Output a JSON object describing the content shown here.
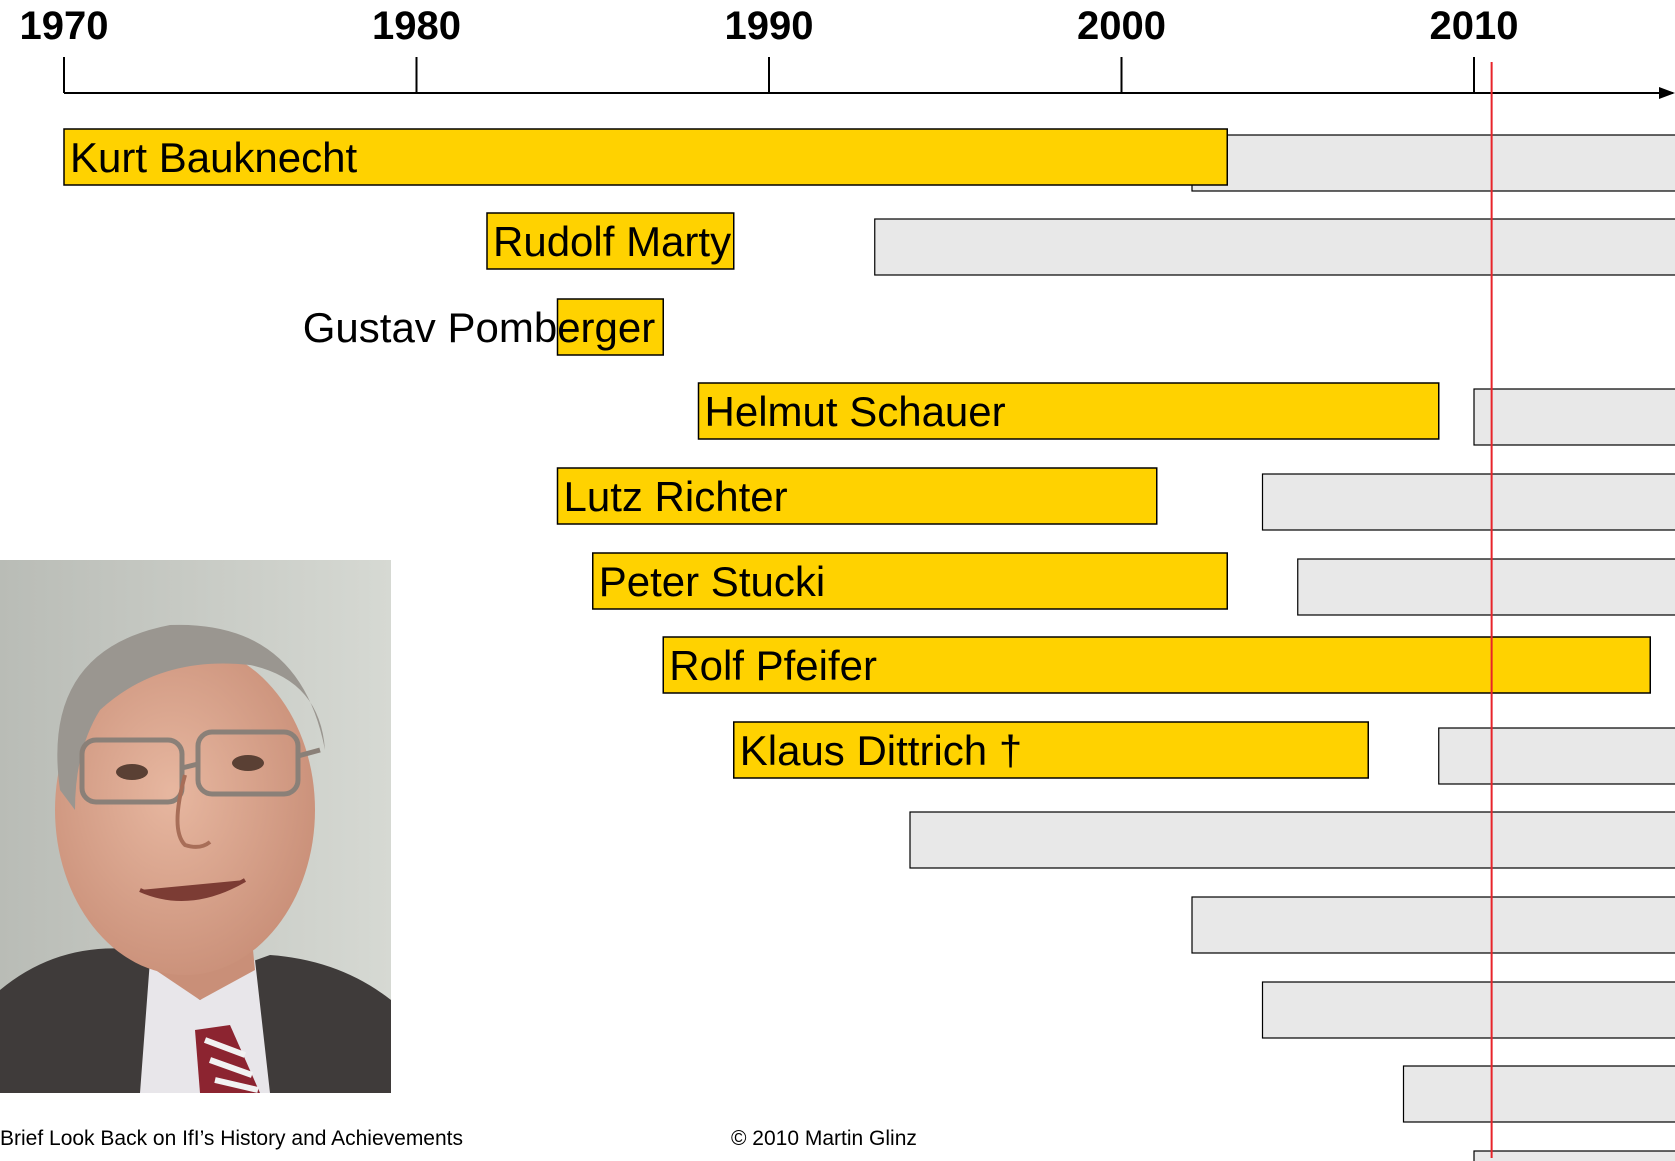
{
  "timeline": {
    "years": [
      "1970",
      "1980",
      "1990",
      "2000",
      "2010"
    ],
    "current_marker_color": "#e8242a",
    "active_color": "#ffd200",
    "later_color": "#e8e8e8"
  },
  "people": [
    {
      "name": "Kurt Bauknecht",
      "active": [
        1970,
        2003
      ],
      "later": [
        2002,
        2017
      ]
    },
    {
      "name": "Rudolf Marty",
      "active": [
        1982,
        1989
      ],
      "later": [
        1993,
        2017
      ]
    },
    {
      "name": "Gustav Pomberger",
      "active": [
        1984,
        1987
      ]
    },
    {
      "name": "Helmut Schauer",
      "active": [
        1988,
        2009
      ],
      "later": [
        2010,
        2017
      ]
    },
    {
      "name": "Lutz Richter",
      "active": [
        1984,
        2001
      ],
      "later": [
        2004,
        2017
      ]
    },
    {
      "name": "Peter Stucki",
      "active": [
        1985,
        2003
      ],
      "later": [
        2005,
        2017
      ]
    },
    {
      "name": "Rolf Pfeifer",
      "active": [
        1987,
        2015
      ]
    },
    {
      "name": "Klaus Dittrich †",
      "active": [
        1989,
        2007
      ],
      "later": [
        2009,
        2017
      ]
    },
    {
      "later": [
        1994,
        2017
      ]
    },
    {
      "later": [
        2002,
        2017
      ]
    },
    {
      "later": [
        2004,
        2017
      ]
    },
    {
      "later": [
        2008,
        2017
      ]
    },
    {
      "later": [
        2010,
        2017
      ]
    }
  ],
  "photo": {
    "description_icon": "person-portrait"
  },
  "footer": {
    "left": "Brief Look Back on IfI’s History and Achievements",
    "center": "© 2010 Martin Glinz"
  }
}
